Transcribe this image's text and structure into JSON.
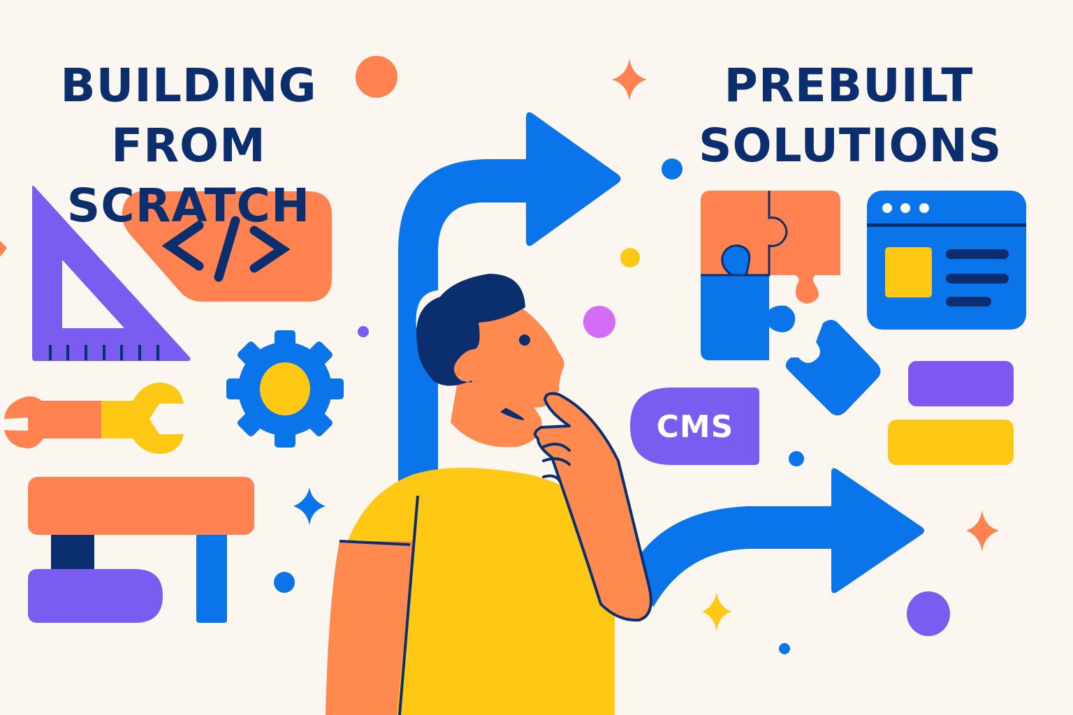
{
  "left_panel": {
    "title_line1": "BUILDING",
    "title_line2": "FROM SCRATCH",
    "code_badge": "</>",
    "icons": [
      "set-square-ruler-icon",
      "code-tag-icon",
      "gear-icon",
      "wrench-icon",
      "building-blocks-icon"
    ]
  },
  "right_panel": {
    "title_line1": "PREBUILT",
    "title_line2": "SOLUTIONS",
    "cms_badge": "CMS",
    "icons": [
      "puzzle-pieces-icon",
      "browser-window-icon",
      "cms-badge",
      "stacked-blocks-icon"
    ]
  },
  "center": {
    "figure": "thinking-person",
    "arrows": [
      "arrow-up-right-icon",
      "arrow-right-icon"
    ]
  },
  "colors": {
    "background": "#FBF6F0",
    "navy": "#0B2F6E",
    "blue": "#0A74EA",
    "orange": "#FF8250",
    "yellow": "#FFC814",
    "purple": "#7B5CF0",
    "pink": "#D46CF7",
    "skin": "#FF8A50"
  }
}
